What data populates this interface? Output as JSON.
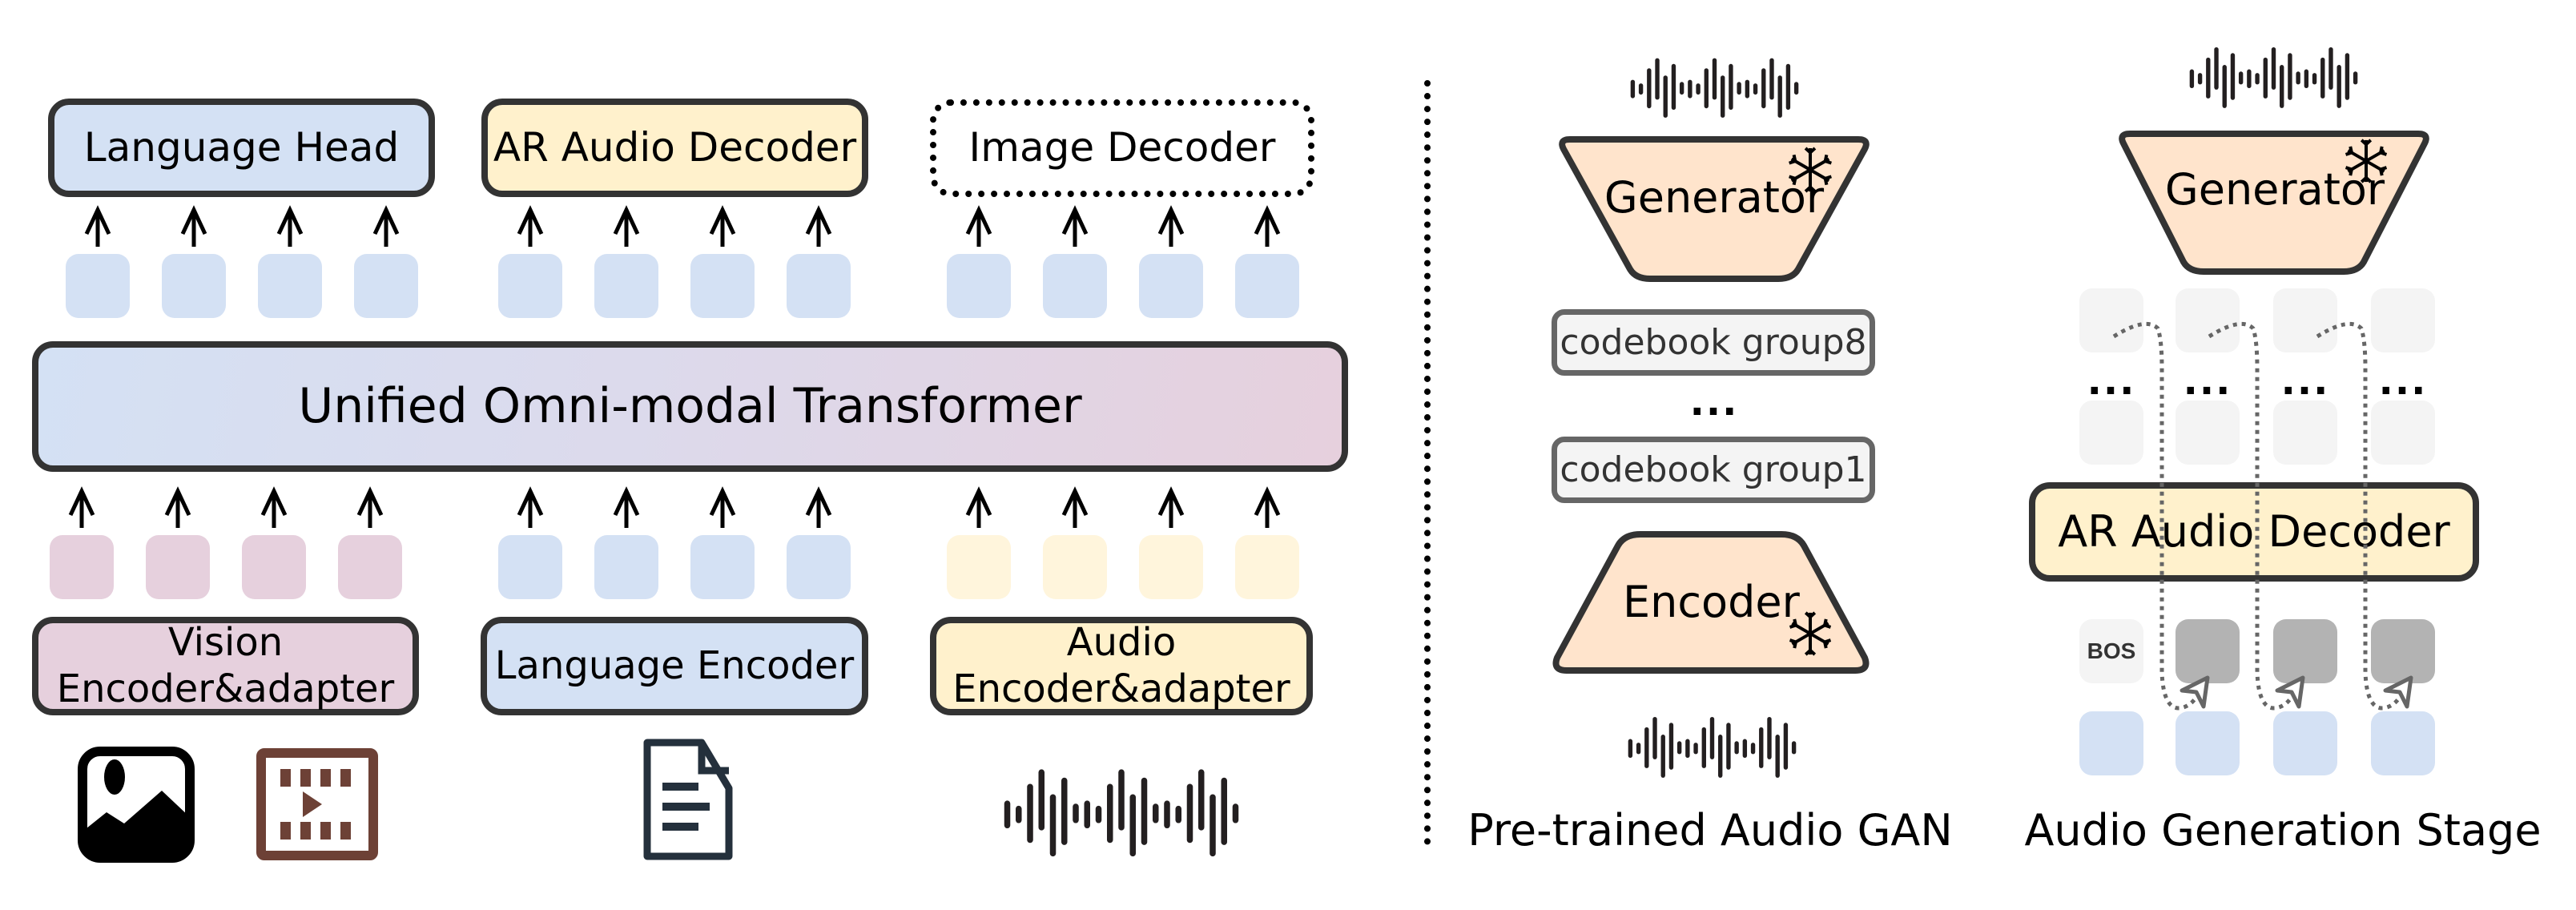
{
  "left_panel": {
    "outputs": {
      "language_head": "Language Head",
      "ar_audio_decoder": "AR Audio Decoder",
      "image_decoder": "Image Decoder"
    },
    "transformer": "Unified Omni-modal Transformer",
    "encoders": {
      "vision": [
        "Vision",
        "Encoder&adapter"
      ],
      "language": "Language Encoder",
      "audio": [
        "Audio",
        "Encoder&adapter"
      ]
    },
    "input_icons": [
      "image-icon",
      "video-icon",
      "document-icon",
      "audio-waveform-icon"
    ],
    "token_colors": {
      "vision": "#e6d0dd",
      "language": "#d4e1f4",
      "audio": "#fff5dc",
      "output": "#d4e1f4"
    },
    "tokens_per_group": 4
  },
  "gan_panel": {
    "generator": "Generator",
    "codebook_top": "codebook group8",
    "ellipsis": "...",
    "codebook_bottom": "codebook group1",
    "encoder": "Encoder",
    "frozen_icon": "snowflake-icon",
    "caption": "Pre-trained Audio GAN"
  },
  "generation_panel": {
    "generator": "Generator",
    "ellipsis": "...",
    "decoder": "AR Audio Decoder",
    "bos": "BOS",
    "caption": "Audio Generation Stage"
  },
  "colors": {
    "blue": "#d4e1f4",
    "pink": "#e6d0dd",
    "yellow": "#fff1cc",
    "peach": "#ffe4cc",
    "border": "#333333",
    "video_icon": "#6d4136",
    "doc_icon": "#24303c"
  }
}
